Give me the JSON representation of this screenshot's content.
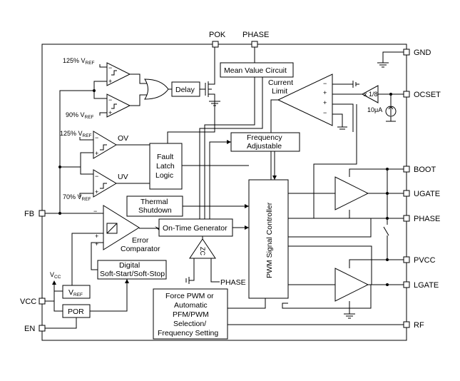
{
  "pins": {
    "pok": "POK",
    "phase_top": "PHASE",
    "gnd": "GND",
    "ocset": "OCSET",
    "boot": "BOOT",
    "ugate": "UGATE",
    "phase_right": "PHASE",
    "pvcc": "PVCC",
    "lgate": "LGATE",
    "rf": "RF",
    "fb": "FB",
    "vcc": "VCC",
    "en": "EN"
  },
  "blocks": {
    "mean_value": "Mean Value Circuit",
    "delay": "Delay",
    "current_limit": [
      "Current",
      "Limit"
    ],
    "frequency_adjustable": [
      "Frequency",
      "Adjustable"
    ],
    "fault_latch": [
      "Fault",
      "Latch",
      "Logic"
    ],
    "thermal_shutdown": [
      "Thermal",
      "Shutdown"
    ],
    "on_time_generator": "On-Time Generator",
    "error_comparator": [
      "Error",
      "Comparator"
    ],
    "soft_start": [
      "Digital",
      "Soft-Start/Soft-Stop"
    ],
    "pwm_signal_controller": "PWM Signal Controller",
    "vref_block": "V",
    "vref_block_sub": "REF",
    "por": "POR",
    "force_pwm": [
      "Force PWM or",
      "Automatic",
      "PFM/PWM",
      "Selection/",
      "Frequency Setting"
    ],
    "zc": "ZC",
    "phase_zc": "PHASE"
  },
  "labels": {
    "ref125_top": "125% V",
    "ref90": "90% V",
    "ref125_ov": "125% V",
    "ref70": "70% V",
    "ref_sub": "REF",
    "ov": "OV",
    "uv": "UV",
    "vcc_node": "V",
    "vcc_node_sub": "CC",
    "ratio": "x 1/8",
    "current_source": "10μA",
    "plus": "+",
    "minus": "−"
  }
}
